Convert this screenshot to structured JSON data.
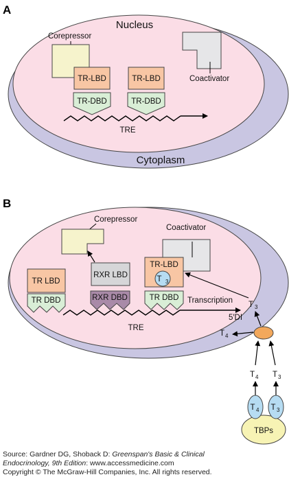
{
  "panel_a": {
    "letter": "A",
    "nucleus": "Nucleus",
    "cytoplasm": "Cytoplasm",
    "corepressor": "Corepressor",
    "coactivator": "Coactivator",
    "tr_lbd": "TR-LBD",
    "tr_dbd": "TR-DBD",
    "tre": "TRE"
  },
  "panel_b": {
    "letter": "B",
    "corepressor": "Corepressor",
    "coactivator": "Coactivator",
    "tr_lbd_left": "TR LBD",
    "tr_dbd_left": "TR DBD",
    "rxr_lbd": "RXR LBD",
    "rxr_dbd": "RXR DBD",
    "tr_lbd_bound": "TR-LBD",
    "tr_dbd_right": "TR DBD",
    "transcription": "Transcription",
    "tre": "TRE",
    "t": "T",
    "sub3": "3",
    "sub4": "4",
    "deiodinase": "5′DI",
    "tbps": "TBPs"
  },
  "source": {
    "line1_prefix": "Source: Gardner DG, Shoback D: ",
    "line1_italic": "Greenspan's Basic & Clinical",
    "line2_italic": "Endocrinology, 9th Edition",
    "line2_suffix": ": www.accessmedicine.com",
    "copyright": "Copyright © The McGraw-Hill Companies, Inc. All rights reserved."
  },
  "colors": {
    "cytoplasm": "#c9c6e2",
    "nucleus": "#fbdde6",
    "corepressor": "#f6f3cc",
    "coactivator": "#e6e6e8",
    "tr_lbd": "#f8c6a4",
    "tr_dbd": "#d9eed6",
    "rxr_lbd": "#d6d6d8",
    "rxr_dbd": "#a98aa8",
    "t3_ligand": "#b6dcf2",
    "deiodinase": "#f2a85c",
    "tbp": "#f7f3b4"
  }
}
